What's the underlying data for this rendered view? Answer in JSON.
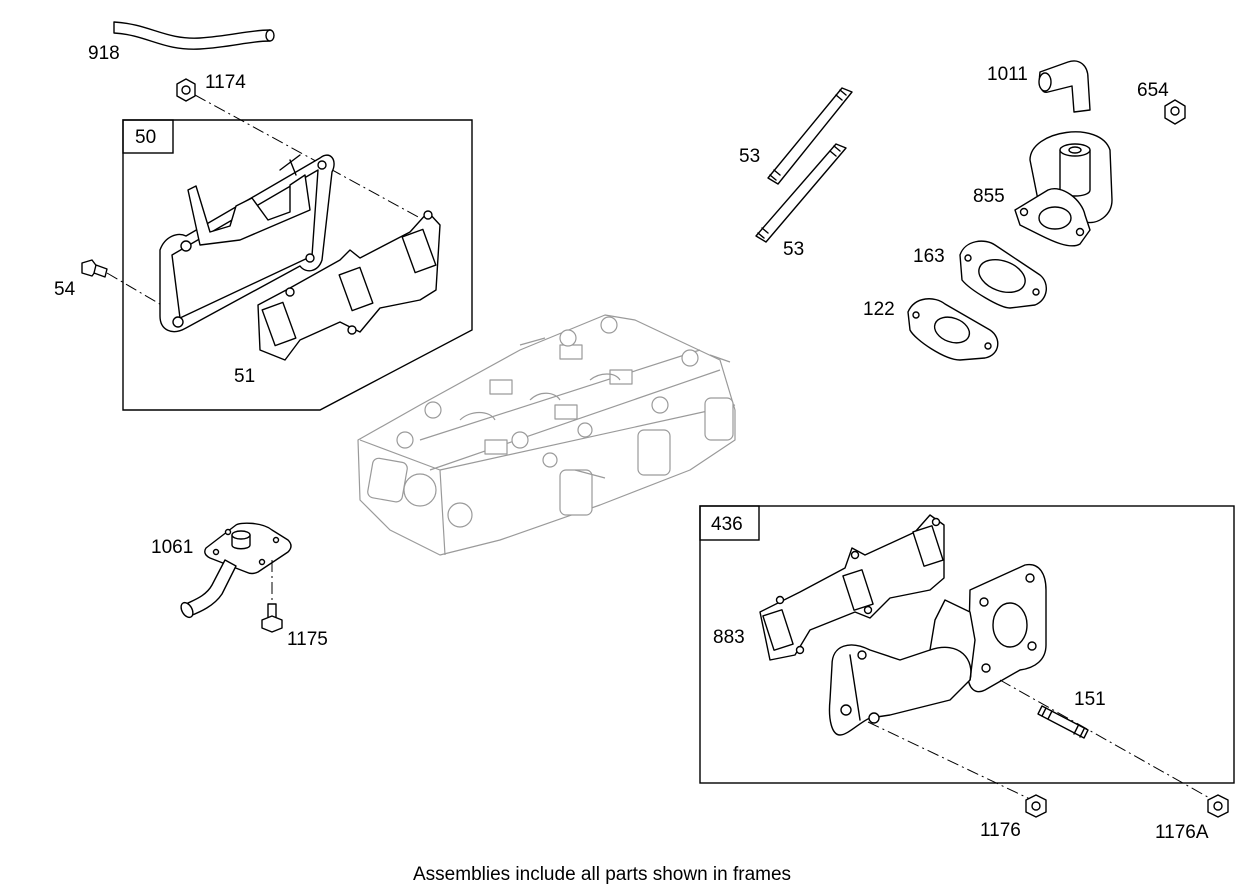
{
  "labels": {
    "p918": "918",
    "p1174": "1174",
    "p50": "50",
    "p54": "54",
    "p51": "51",
    "p53a": "53",
    "p53b": "53",
    "p1011": "1011",
    "p654": "654",
    "p855": "855",
    "p163": "163",
    "p122": "122",
    "p1061": "1061",
    "p1175": "1175",
    "p436": "436",
    "p883": "883",
    "p151": "151",
    "p1176": "1176",
    "p1176A": "1176A"
  },
  "caption": "Assemblies include all parts shown in frames"
}
